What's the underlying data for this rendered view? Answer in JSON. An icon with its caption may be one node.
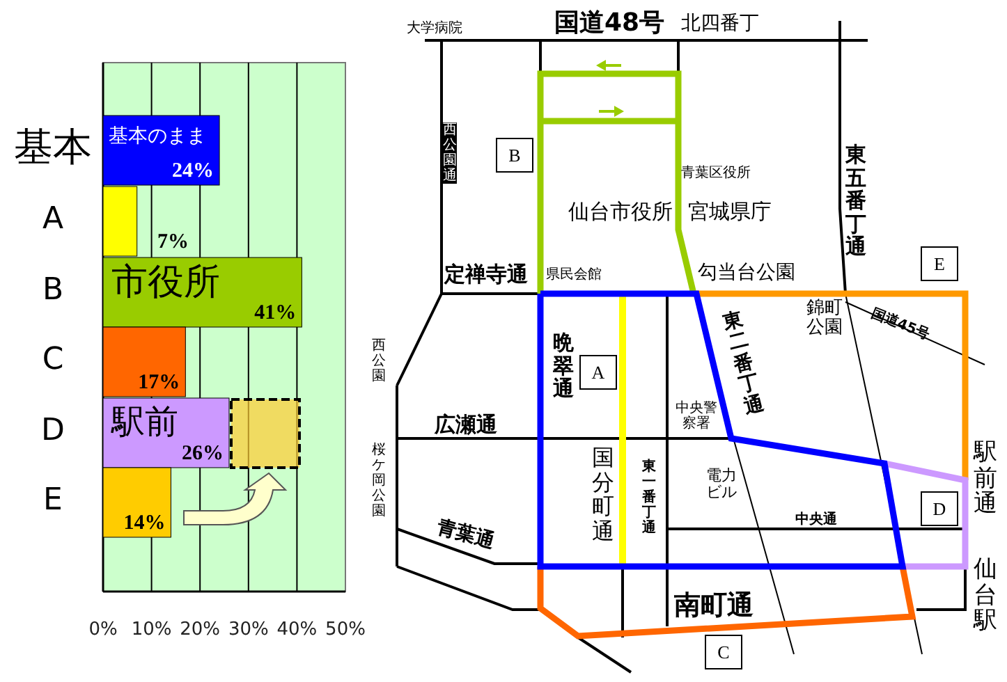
{
  "diagram": {
    "nodes": [
      {
        "text": [
          "B"
        ]
      },
      {
        "text": [
          "E"
        ]
      },
      {
        "text": [
          "A"
        ]
      },
      {
        "text": [
          "D"
        ]
      },
      {
        "text": [
          "C"
        ]
      }
    ],
    "labels": [
      "大学病院",
      "国道48号",
      "北四番丁",
      "西公園通",
      "青葉区役所",
      "仙台市役所",
      "宮城県庁",
      "東五番丁通",
      "定禅寺通",
      "県民会館",
      "勾当台公園",
      "錦町公園",
      "国道45号",
      "西公園",
      "晩翠通",
      "東二番丁通",
      "広瀬通",
      "中央警察署",
      "桜ケ岡公園",
      "国分町通",
      "東一番丁通",
      "電力ビル",
      "駅前通",
      "中央通",
      "青葉通",
      "南町通",
      "仙台駅"
    ],
    "chart_data": {
      "type": "bar",
      "orientation": "horizontal",
      "categories": [
        "基本",
        "A",
        "B",
        "C",
        "D",
        "E"
      ],
      "series": [
        {
          "values": [
            24,
            7,
            41,
            17,
            26,
            14
          ],
          "colors": [
            "#0000ff",
            "#ffff00",
            "#99cc00",
            "#ff6600",
            "#cc99ff",
            "#ffcc00"
          ]
        }
      ],
      "xlim": [
        0,
        50
      ],
      "xticks": [
        {
          "value": 0,
          "label": "0%"
        },
        {
          "value": 10,
          "label": "10%"
        },
        {
          "value": 20,
          "label": "20%"
        },
        {
          "value": 30,
          "label": "30%"
        },
        {
          "value": 40,
          "label": "40%"
        },
        {
          "value": 50,
          "label": "50%"
        }
      ],
      "grid": true,
      "value_labels": [
        "24%",
        "7%",
        "41%",
        "17%",
        "26%",
        "14%"
      ],
      "annotations": [
        "基本のまま",
        "市役所",
        "駅前"
      ]
    }
  }
}
